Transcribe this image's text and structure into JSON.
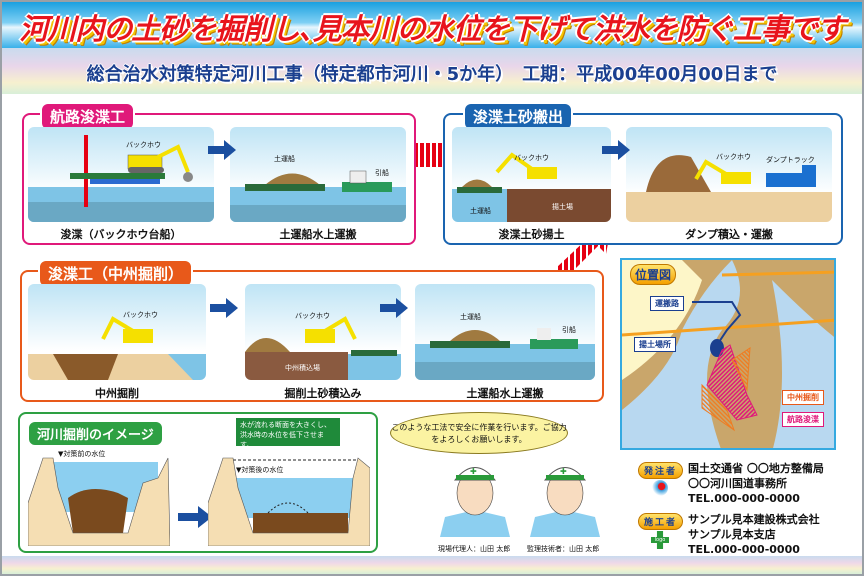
{
  "header": {
    "title": "河川内の土砂を掘削し､見本川の水位を下げて洪水を防ぐ工事です",
    "subtitle": "総合治水対策特定河川工事（特定都市河川・5か年）　工期：平成00年00月00日まで"
  },
  "panels": [
    {
      "title": "航路浚渫工",
      "color": "#e0197a",
      "scenes": [
        {
          "caption": "浚渫（バックホウ台船）",
          "labels": [
            "バックホウ"
          ]
        },
        {
          "caption": "土運船水上運搬",
          "labels": [
            "土運船",
            "引船"
          ]
        }
      ]
    },
    {
      "title": "浚渫土砂搬出",
      "color": "#1a64b0",
      "scenes": [
        {
          "caption": "浚渫土砂揚土",
          "labels": [
            "バックホウ",
            "土運船",
            "揚土場"
          ]
        },
        {
          "caption": "ダンプ積込・運搬",
          "labels": [
            "バックホウ",
            "ダンプトラック"
          ]
        }
      ]
    },
    {
      "title": "浚渫工（中州掘削）",
      "color": "#e8591a",
      "scenes": [
        {
          "caption": "中州掘削",
          "labels": [
            "バックホウ"
          ]
        },
        {
          "caption": "掘削土砂積込み",
          "labels": [
            "バックホウ",
            "中州積込場"
          ]
        },
        {
          "caption": "土運船水上運搬",
          "labels": [
            "土運船",
            "引船"
          ]
        }
      ]
    }
  ],
  "image_panel": {
    "title": "河川掘削のイメージ",
    "color": "#2ea043",
    "before_label": "▼対策前の水位",
    "after_label": "▼対策後の水位",
    "note": "水が流れる断面を大きくし、洪水時の水位を低下させます。"
  },
  "map": {
    "title": "位置図",
    "labels": {
      "road": "運搬路",
      "yard": "揚土場所",
      "sandbar": "中州掘削",
      "channel": "航路浚渫"
    }
  },
  "speech": "このような工法で安全に作業を行います。ご協力をよろしくお願いします。",
  "workers": [
    {
      "name": "現場代理人：山田 太郎"
    },
    {
      "name": "監理技術者：山田 太郎"
    }
  ],
  "orderer": {
    "role": "発注者",
    "lines": [
      "国土交通省 〇〇地方整備局",
      "〇〇河川国道事務所",
      "TEL.000-000-0000"
    ]
  },
  "contractor": {
    "role": "施工者",
    "logo": "logo",
    "lines": [
      "サンプル見本建設株式会社",
      "サンプル見本支店",
      "TEL.000-000-0000"
    ]
  }
}
